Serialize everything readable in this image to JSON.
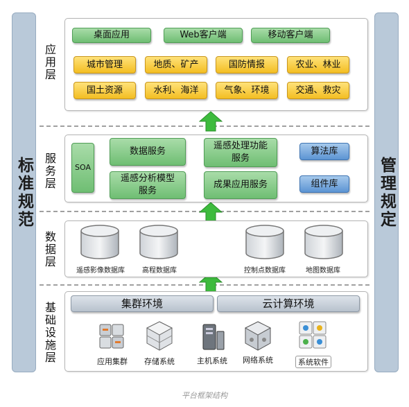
{
  "left_sidebar": {
    "label": "标准规范"
  },
  "right_sidebar": {
    "label": "管理规定"
  },
  "layers": {
    "application": {
      "label": "应用层",
      "clients": [
        "桌面应用",
        "Web客户端",
        "移动客户端"
      ],
      "domains_row1": [
        "城市管理",
        "地质、矿产",
        "国防情报",
        "农业、林业"
      ],
      "domains_row2": [
        "国土资源",
        "水利、海洋",
        "气象、环境",
        "交通、救灾"
      ]
    },
    "service": {
      "label": "服务层",
      "soa": "SOA",
      "data_service": "数据服务",
      "rs_function_service": "遥感处理功能服务",
      "rs_model_service": "遥感分析模型服务",
      "result_service": "成果应用服务",
      "algorithm_lib": "算法库",
      "component_lib": "组件库"
    },
    "data": {
      "label": "数据层",
      "databases": [
        "遥感影像数据库",
        "高程数据库",
        "控制点数据库",
        "地图数据库"
      ]
    },
    "infrastructure": {
      "label": "基础设施层",
      "cluster_env": "集群环境",
      "cloud_env": "云计算环境",
      "systems": [
        "应用集群",
        "存储系统",
        "主机系统",
        "网络系统",
        "系统软件"
      ]
    }
  },
  "caption": "平台框架结构",
  "colors": {
    "green": "#7cc47f",
    "yellow": "#f6c531",
    "blue": "#5b93d3",
    "arrow": "#3dbb3d"
  }
}
